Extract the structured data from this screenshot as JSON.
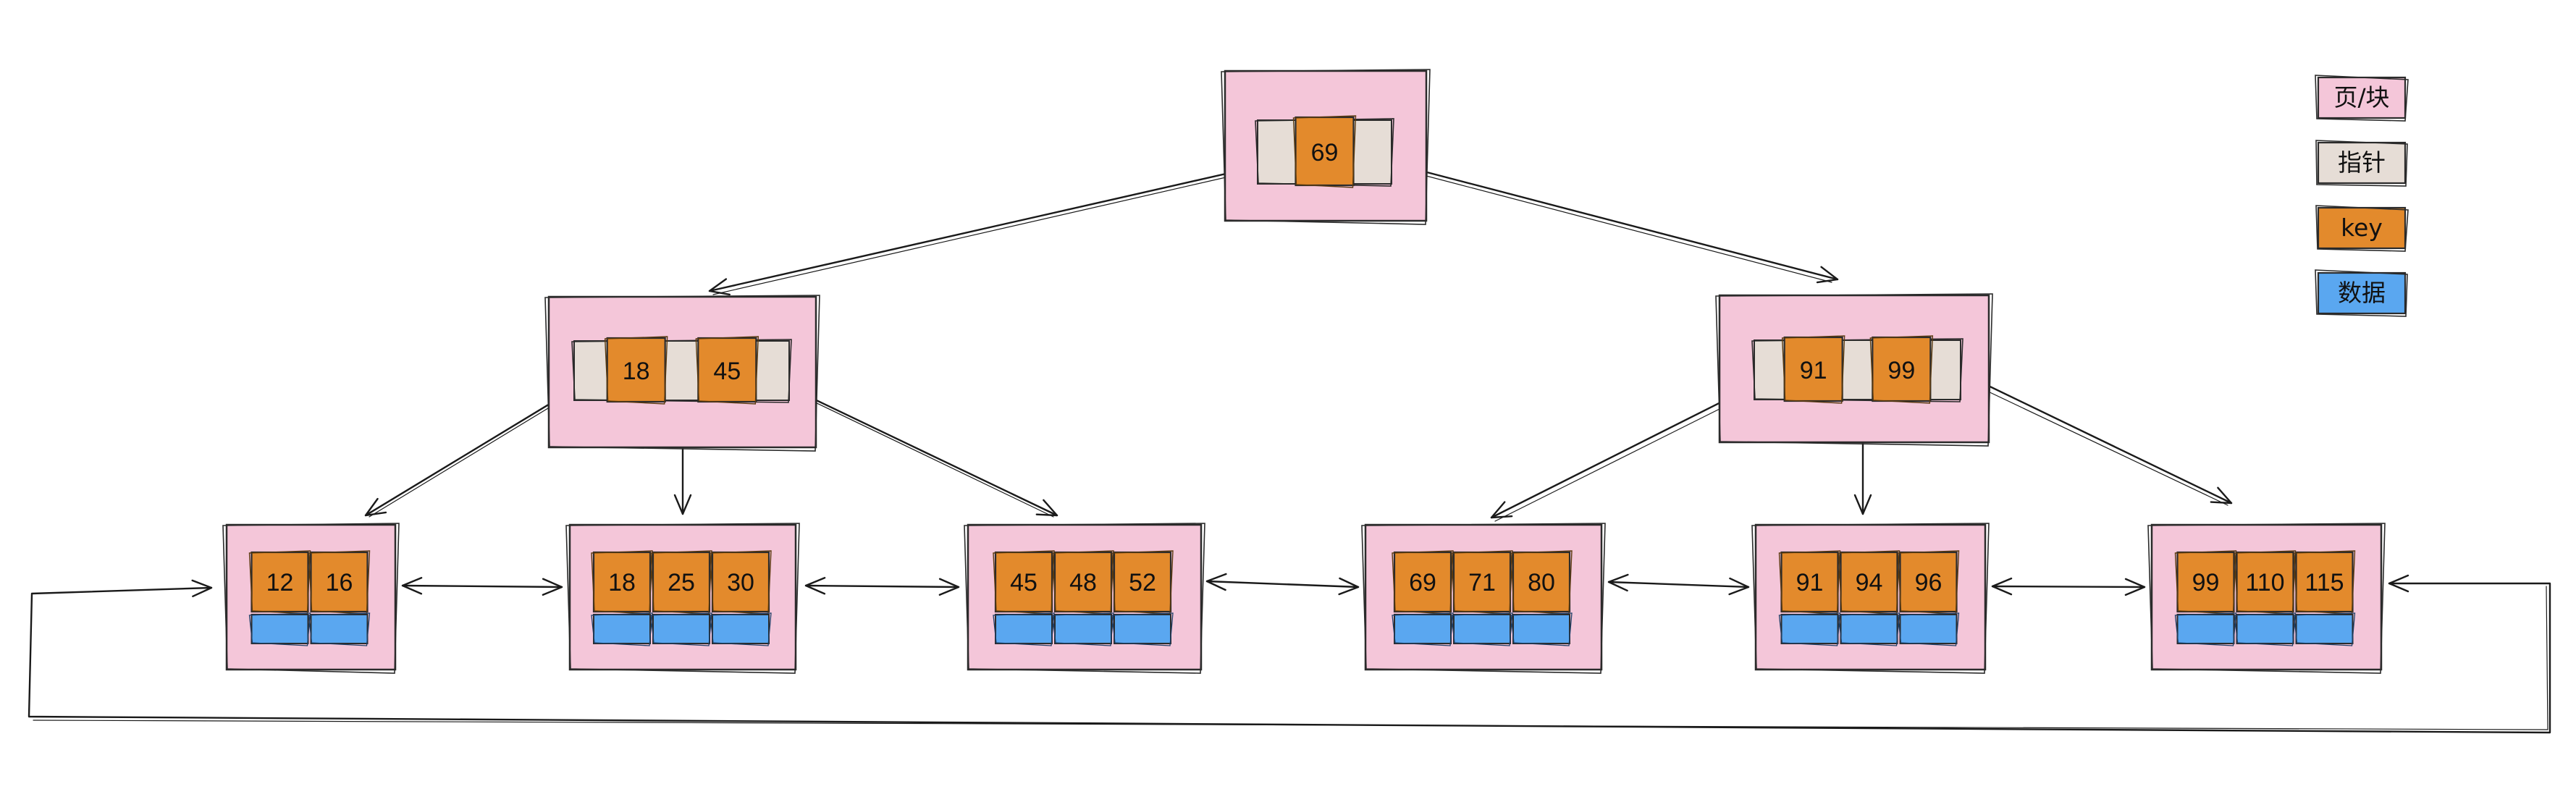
{
  "legend": [
    {
      "label": "页/块",
      "color": "#f4c6d9",
      "icon": "page-swatch"
    },
    {
      "label": "指针",
      "color": "#e6ddd6",
      "icon": "pointer-swatch"
    },
    {
      "label": "key",
      "color": "#e38a2c",
      "icon": "key-swatch"
    },
    {
      "label": "数据",
      "color": "#5aa7f0",
      "icon": "data-swatch"
    }
  ],
  "root": {
    "keys": [
      "69"
    ]
  },
  "internal": [
    {
      "keys": [
        "18",
        "45"
      ]
    },
    {
      "keys": [
        "91",
        "99"
      ]
    }
  ],
  "leaves": [
    {
      "keys": [
        "12",
        "16"
      ]
    },
    {
      "keys": [
        "18",
        "25",
        "30"
      ]
    },
    {
      "keys": [
        "45",
        "48",
        "52"
      ]
    },
    {
      "keys": [
        "69",
        "71",
        "80"
      ]
    },
    {
      "keys": [
        "91",
        "94",
        "96"
      ]
    },
    {
      "keys": [
        "99",
        "110",
        "115"
      ]
    }
  ],
  "colors": {
    "page": "#f4c6d9",
    "pointer": "#e6ddd6",
    "key": "#e38a2c",
    "data": "#5aa7f0",
    "stroke": "#2b2b2b"
  }
}
